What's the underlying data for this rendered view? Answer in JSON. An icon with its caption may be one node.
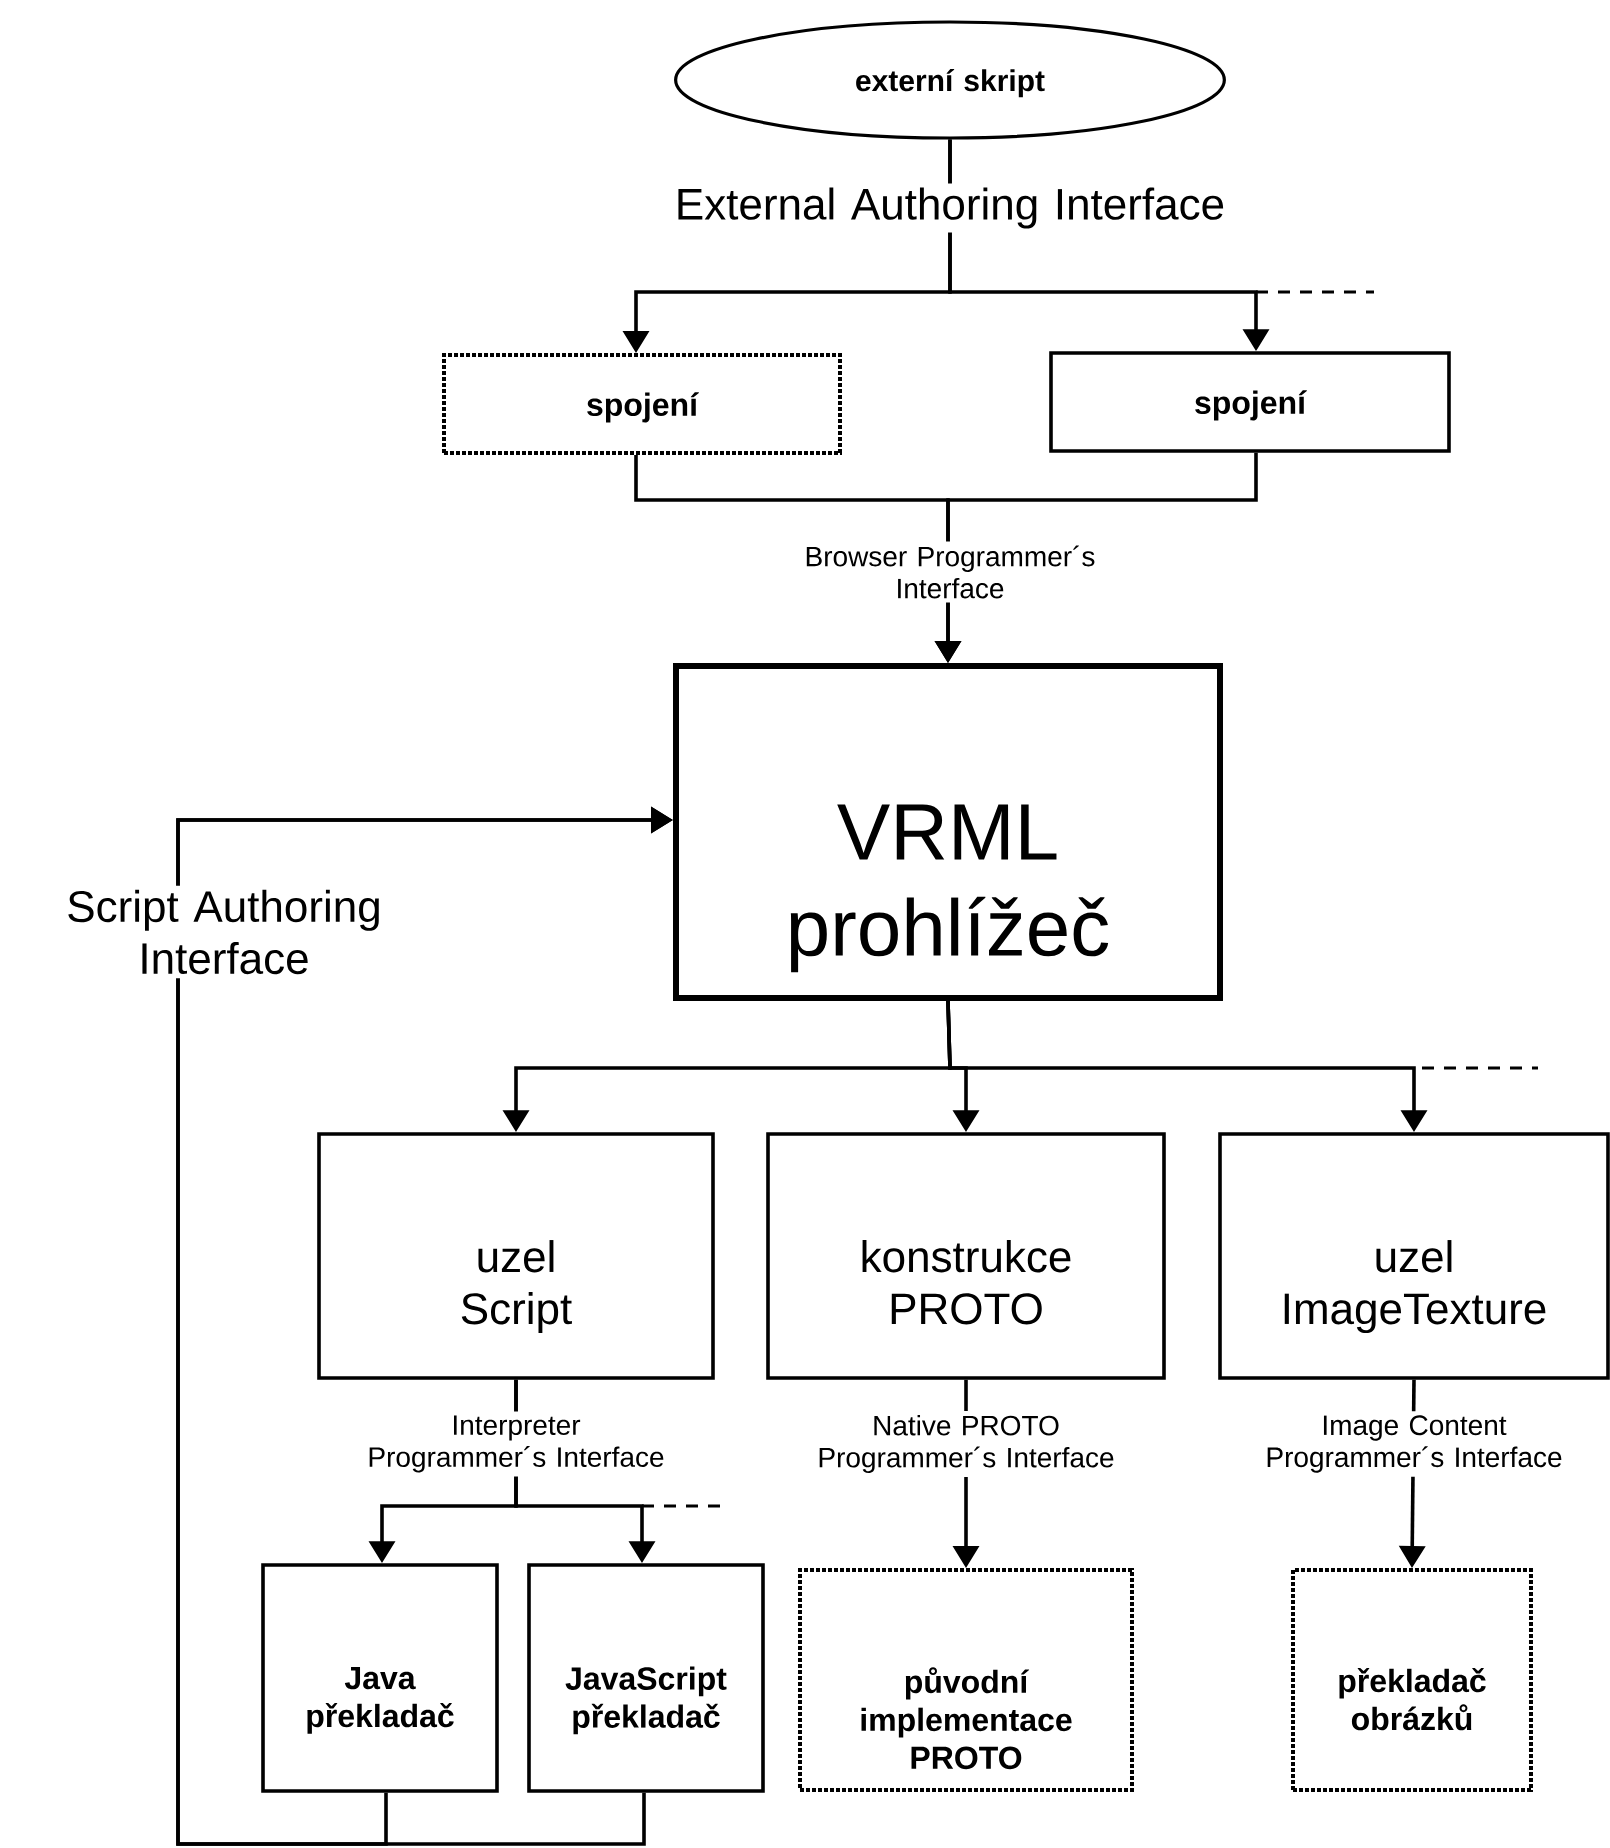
{
  "diagram": {
    "nodes": [
      {
        "text": [
          "externí skript"
        ]
      },
      {
        "text": [
          "spojení"
        ]
      },
      {
        "text": [
          "spojení"
        ]
      },
      {
        "text": [
          "VRML prohlížeč"
        ]
      },
      {
        "text": [
          "uzel Script"
        ]
      },
      {
        "text": [
          "konstrukce PROTO"
        ]
      },
      {
        "text": [
          "uzel ImageTexture"
        ]
      },
      {
        "text": [
          "Java překladač"
        ]
      },
      {
        "text": [
          "JavaScript překladač"
        ]
      },
      {
        "text": [
          "původní implementace PROTO"
        ]
      },
      {
        "text": [
          "překladač obrázků"
        ]
      }
    ],
    "edges": [
      {
        "from": 0,
        "to": 1,
        "arrow": "to",
        "label": "External Authoring Interface"
      },
      {
        "from": 0,
        "to": 2,
        "arrow": "to"
      },
      {
        "from": 1,
        "to": 3,
        "arrow": "to",
        "label": "Browser Programmer´s Interface"
      },
      {
        "from": 2,
        "to": 3,
        "arrow": "to"
      },
      {
        "from": 3,
        "to": 4,
        "arrow": "to"
      },
      {
        "from": 3,
        "to": 5,
        "arrow": "to"
      },
      {
        "from": 3,
        "to": 6,
        "arrow": "to"
      },
      {
        "from": 4,
        "to": 7,
        "arrow": "to",
        "label": "Interpreter Programmer´s Interface"
      },
      {
        "from": 4,
        "to": 8,
        "arrow": "to"
      },
      {
        "from": 5,
        "to": 9,
        "arrow": "to",
        "label": "Native PROTO Programmer´s Interface"
      },
      {
        "from": 6,
        "to": 10,
        "arrow": "to",
        "label": "Image Content Programmer´s Interface"
      },
      {
        "from": 7,
        "to": 3,
        "arrow": "to",
        "label": "Script Authoring Interface"
      },
      {
        "from": 8,
        "to": 3,
        "arrow": "to"
      }
    ]
  }
}
